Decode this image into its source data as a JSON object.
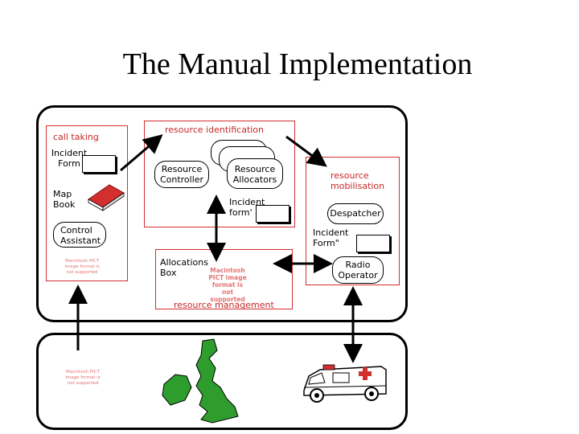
{
  "title": "The Manual Implementation",
  "call_taking": {
    "heading": "call taking",
    "incident_form": "Incident Form",
    "map_book": "Map Book",
    "control_assistant": "Control Assistant",
    "pict_notice": "Macintosh PICT image format is not supported"
  },
  "resource_identification": {
    "heading": "resource identification",
    "resource_controller": "Resource Controller",
    "resource_allocators": "Resource Allocators",
    "incident_form": "Incident form'"
  },
  "resource_management": {
    "heading": "resource management",
    "allocations_box": "Allocations Box",
    "pict_notice": "Macintosh PICT image format is not supported"
  },
  "resource_mobilisation": {
    "heading": "resource mobilisation",
    "despatcher": "Despatcher",
    "incident_form": "Incident Form\"",
    "radio_operator": "Radio Operator"
  },
  "world": {
    "pict_notice": "Macintosh PICT image format is not supported"
  },
  "colors": {
    "frame": "#000000",
    "box": "#d32f2f",
    "book": "#d32f2f",
    "map": "#2e9d2e"
  },
  "icons": [
    "incident-form-icon",
    "map-book-icon",
    "uk-ireland-map-icon",
    "ambulance-icon"
  ]
}
